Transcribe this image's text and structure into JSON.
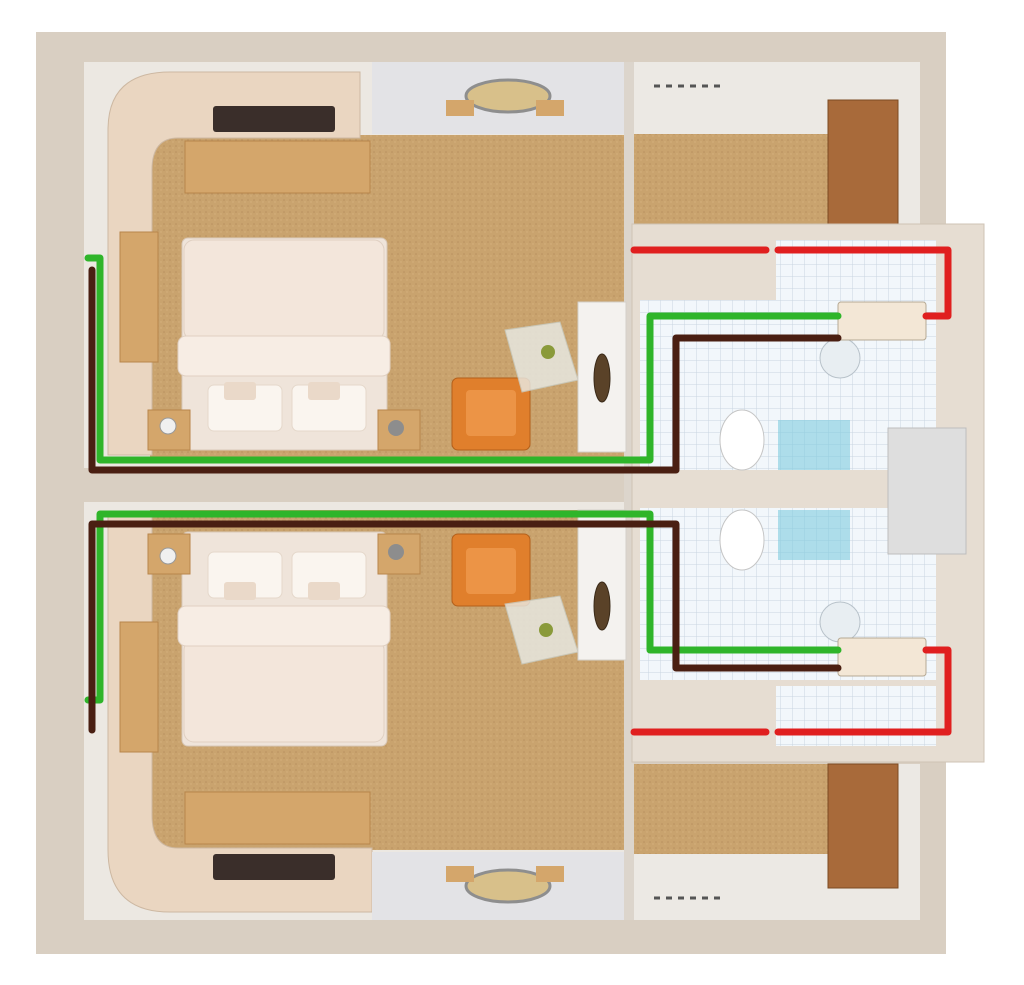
{
  "colors": {
    "outer_wall": "#d9cfc2",
    "inner_wall": "#e9e4dd",
    "carpet": "#c9a36e",
    "wood": "#d4a66b",
    "wood_dark": "#b8854b",
    "bed_linen": "#f3e6db",
    "pillow": "#faf5ef",
    "chair": "#e07f2c",
    "tile": "#eef5fa",
    "tile_accent": "#7fcbe0",
    "door": "#a86a3a",
    "tv": "#3a2e2a",
    "pipe_green": "#2fb52a",
    "pipe_brown": "#4a1f12",
    "pipe_red": "#e01f1f",
    "unit": "#f3e7d6"
  },
  "rooms": [
    {
      "name": "upper-room"
    },
    {
      "name": "lower-room"
    }
  ],
  "pipes": [
    "supply-air-duct",
    "exhaust-air-duct",
    "hot-water-pipe"
  ]
}
